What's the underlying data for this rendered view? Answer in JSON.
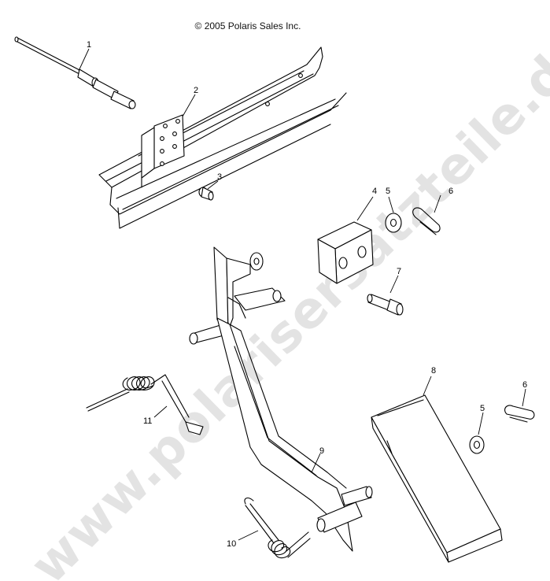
{
  "copyright": "© 2005 Polaris Sales Inc.",
  "watermark": "www.polarisersatzteile.de",
  "parts": [
    {
      "id": "part-1",
      "label": "1"
    },
    {
      "id": "part-2",
      "label": "2"
    },
    {
      "id": "part-3",
      "label": "3"
    },
    {
      "id": "part-4",
      "label": "4"
    },
    {
      "id": "part-5a",
      "label": "5"
    },
    {
      "id": "part-6a",
      "label": "6"
    },
    {
      "id": "part-7",
      "label": "7"
    },
    {
      "id": "part-8",
      "label": "8"
    },
    {
      "id": "part-5b",
      "label": "5"
    },
    {
      "id": "part-6b",
      "label": "6"
    },
    {
      "id": "part-9",
      "label": "9"
    },
    {
      "id": "part-10",
      "label": "10"
    },
    {
      "id": "part-11",
      "label": "11"
    }
  ]
}
